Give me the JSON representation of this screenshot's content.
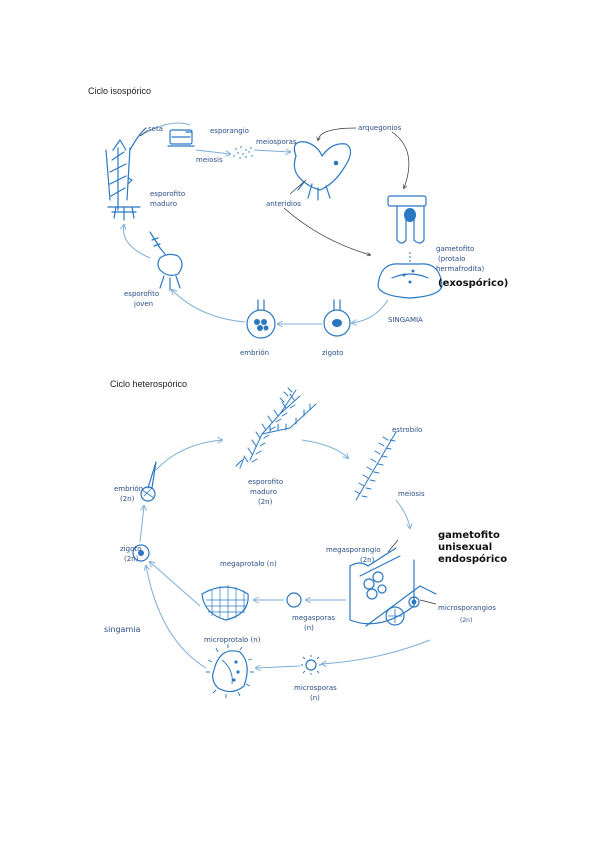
{
  "isosporic": {
    "title": "Ciclo isospórico",
    "labels": {
      "seta": "seta",
      "esporangio": "esporangio",
      "meiosis": "meiosis",
      "meiosporas": "meiosporas",
      "arquegonios": "arquegonios",
      "esporofito_maduro_1": "esporofito",
      "esporofito_maduro_2": "maduro",
      "anteridios": "anteridios",
      "gametofito_1": "gametofito",
      "gametofito_2": "(protalo",
      "gametofito_3": "hermafrodita)",
      "exosporico": "(exospórico)",
      "esporofito_joven_1": "esporofito",
      "esporofito_joven_2": "joven",
      "singamia": "SINGAMIA",
      "embrion": "embrión",
      "zigoto": "zigoto"
    }
  },
  "heterosporic": {
    "title": "Ciclo heterospórico",
    "labels": {
      "estrobilo": "estrobilo",
      "esporofito_maduro_1": "esporofito",
      "esporofito_maduro_2": "maduro",
      "esporofito_maduro_3": "(2n)",
      "meiosis": "meiosis",
      "embrion_1": "embrión",
      "embrion_2": "(2n)",
      "megasporangio_1": "megasporangio",
      "megasporangio_2": "(2n)",
      "gametofito_1": "gametofito",
      "gametofito_2": "unisexual",
      "gametofito_3": "endospórico",
      "zigoto_1": "zigoto",
      "zigoto_2": "(2n)",
      "megaprotalo": "megaprotalo (n)",
      "megaspora_1": "megasporas",
      "megaspora_2": "(n)",
      "microsporangio_1": "microsporangios",
      "microsporangio_2": "(2n)",
      "singamia": "singamia",
      "microprotalo": "microprotalo (n)",
      "microspora_1": "microsporas",
      "microspora_2": "(n)"
    }
  },
  "colors": {
    "ink": "#2b78c2",
    "arrow": "#7eaed8",
    "text": "#2a4e86"
  }
}
